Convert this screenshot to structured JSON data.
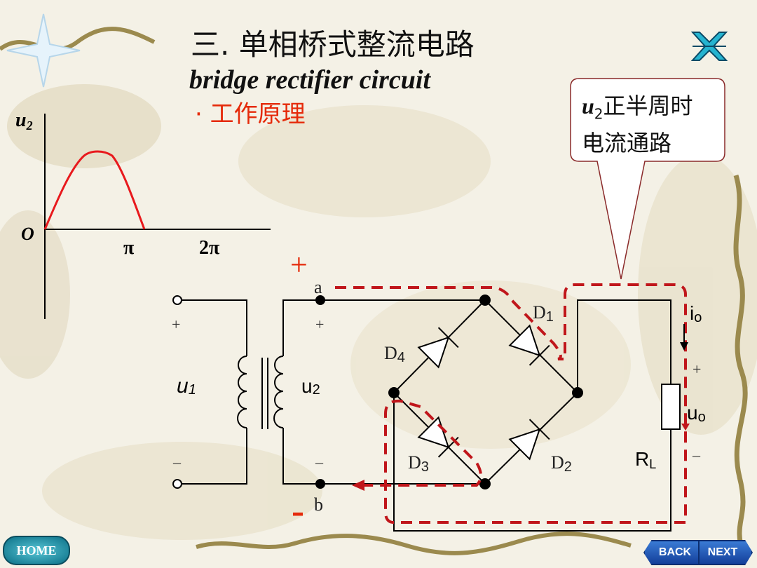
{
  "title": {
    "chinese": "三. 单相桥式整流电路",
    "english": "bridge rectifier circuit",
    "principle": "·  工作原理"
  },
  "callout": {
    "var": "u",
    "sub": "2",
    "line1_rest": "正半周时",
    "line2": "电流通路"
  },
  "waveform": {
    "ylabel": "u",
    "ylabel_sub": "2",
    "origin": "O",
    "ticks": [
      "π",
      "2π"
    ]
  },
  "circuit": {
    "plus_sign": "+",
    "minus_sign": "-",
    "node_a": "a",
    "node_b": "b",
    "primary_plus": "+",
    "primary_minus": "–",
    "secondary_plus": "+",
    "secondary_minus": "–",
    "u1": "u",
    "u1_sub": "1",
    "u2": "u",
    "u2_sub": "2",
    "D1": "D",
    "D1_sub": "1",
    "D2": "D",
    "D2_sub": "2",
    "D3": "D",
    "D3_sub": "3",
    "D4": "D",
    "D4_sub": "4",
    "io": "i",
    "io_sub": "o",
    "uo": "u",
    "uo_sub": "o",
    "out_plus": "+",
    "out_minus": "–",
    "RL": "R",
    "RL_sub": "L"
  },
  "nav": {
    "home": "HOME",
    "back": "BACK",
    "next": "NEXT"
  },
  "colors": {
    "accent_red": "#e52a0a",
    "path_red": "#c0161b"
  }
}
